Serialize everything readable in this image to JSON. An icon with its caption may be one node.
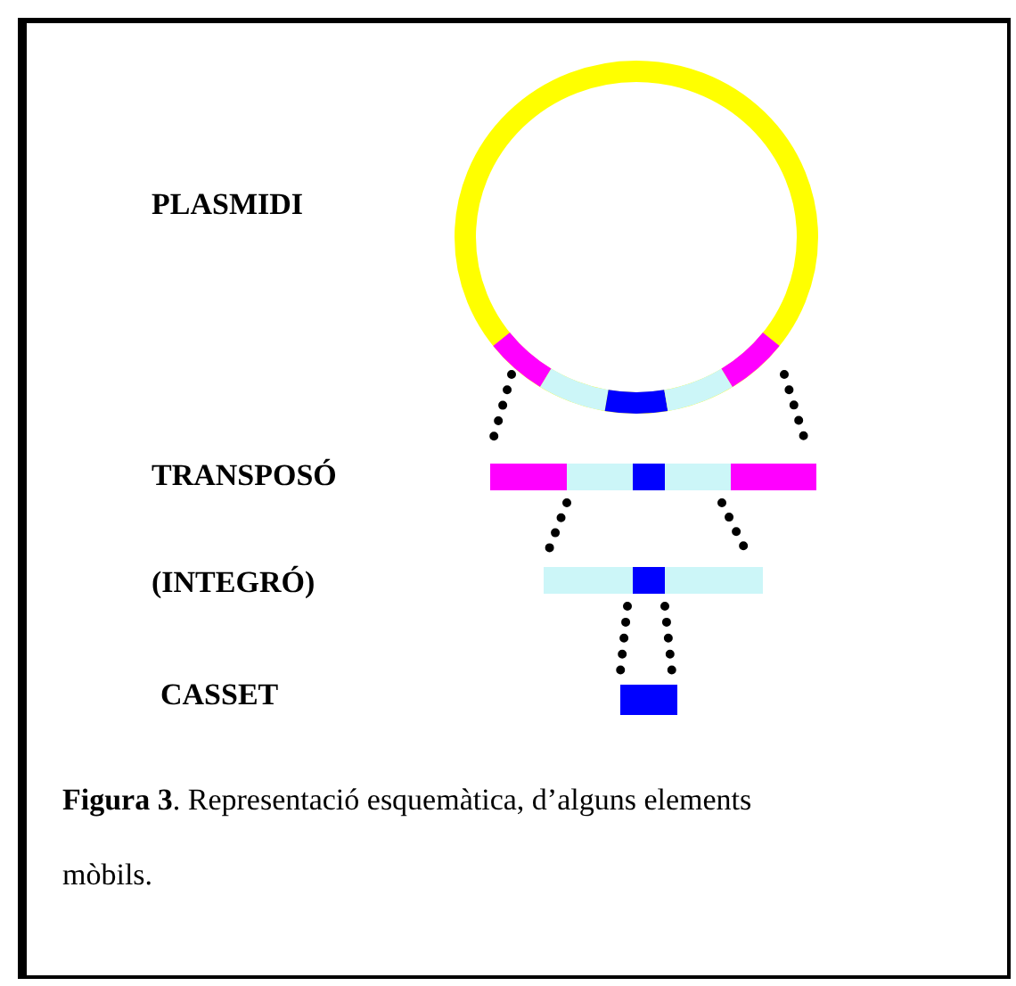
{
  "diagram": {
    "caption": "**Figura 3**. Representació esquemàtica, d’alguns elements mòbils.",
    "nodes": [
      {
        "text": [],
        "shape": "circle"
      },
      {
        "text": [],
        "shape": "bar"
      },
      {
        "text": [],
        "shape": "bar"
      },
      {
        "text": [],
        "shape": "bar"
      }
    ],
    "edges": [
      {
        "from": 0,
        "to": 1,
        "arrow": "none",
        "style": "dashed"
      },
      {
        "from": 0,
        "to": 1,
        "arrow": "none",
        "style": "dashed"
      },
      {
        "from": 1,
        "to": 2,
        "arrow": "none",
        "style": "dashed"
      },
      {
        "from": 1,
        "to": 2,
        "arrow": "none",
        "style": "dashed"
      },
      {
        "from": 2,
        "to": 3,
        "arrow": "none",
        "style": "dashed"
      },
      {
        "from": 2,
        "to": 3,
        "arrow": "none",
        "style": "dashed"
      }
    ],
    "labels": [
      "PLASMIDI",
      "TRANSPOSÓ",
      "(INTEGRÓ)",
      "CASSET"
    ]
  }
}
